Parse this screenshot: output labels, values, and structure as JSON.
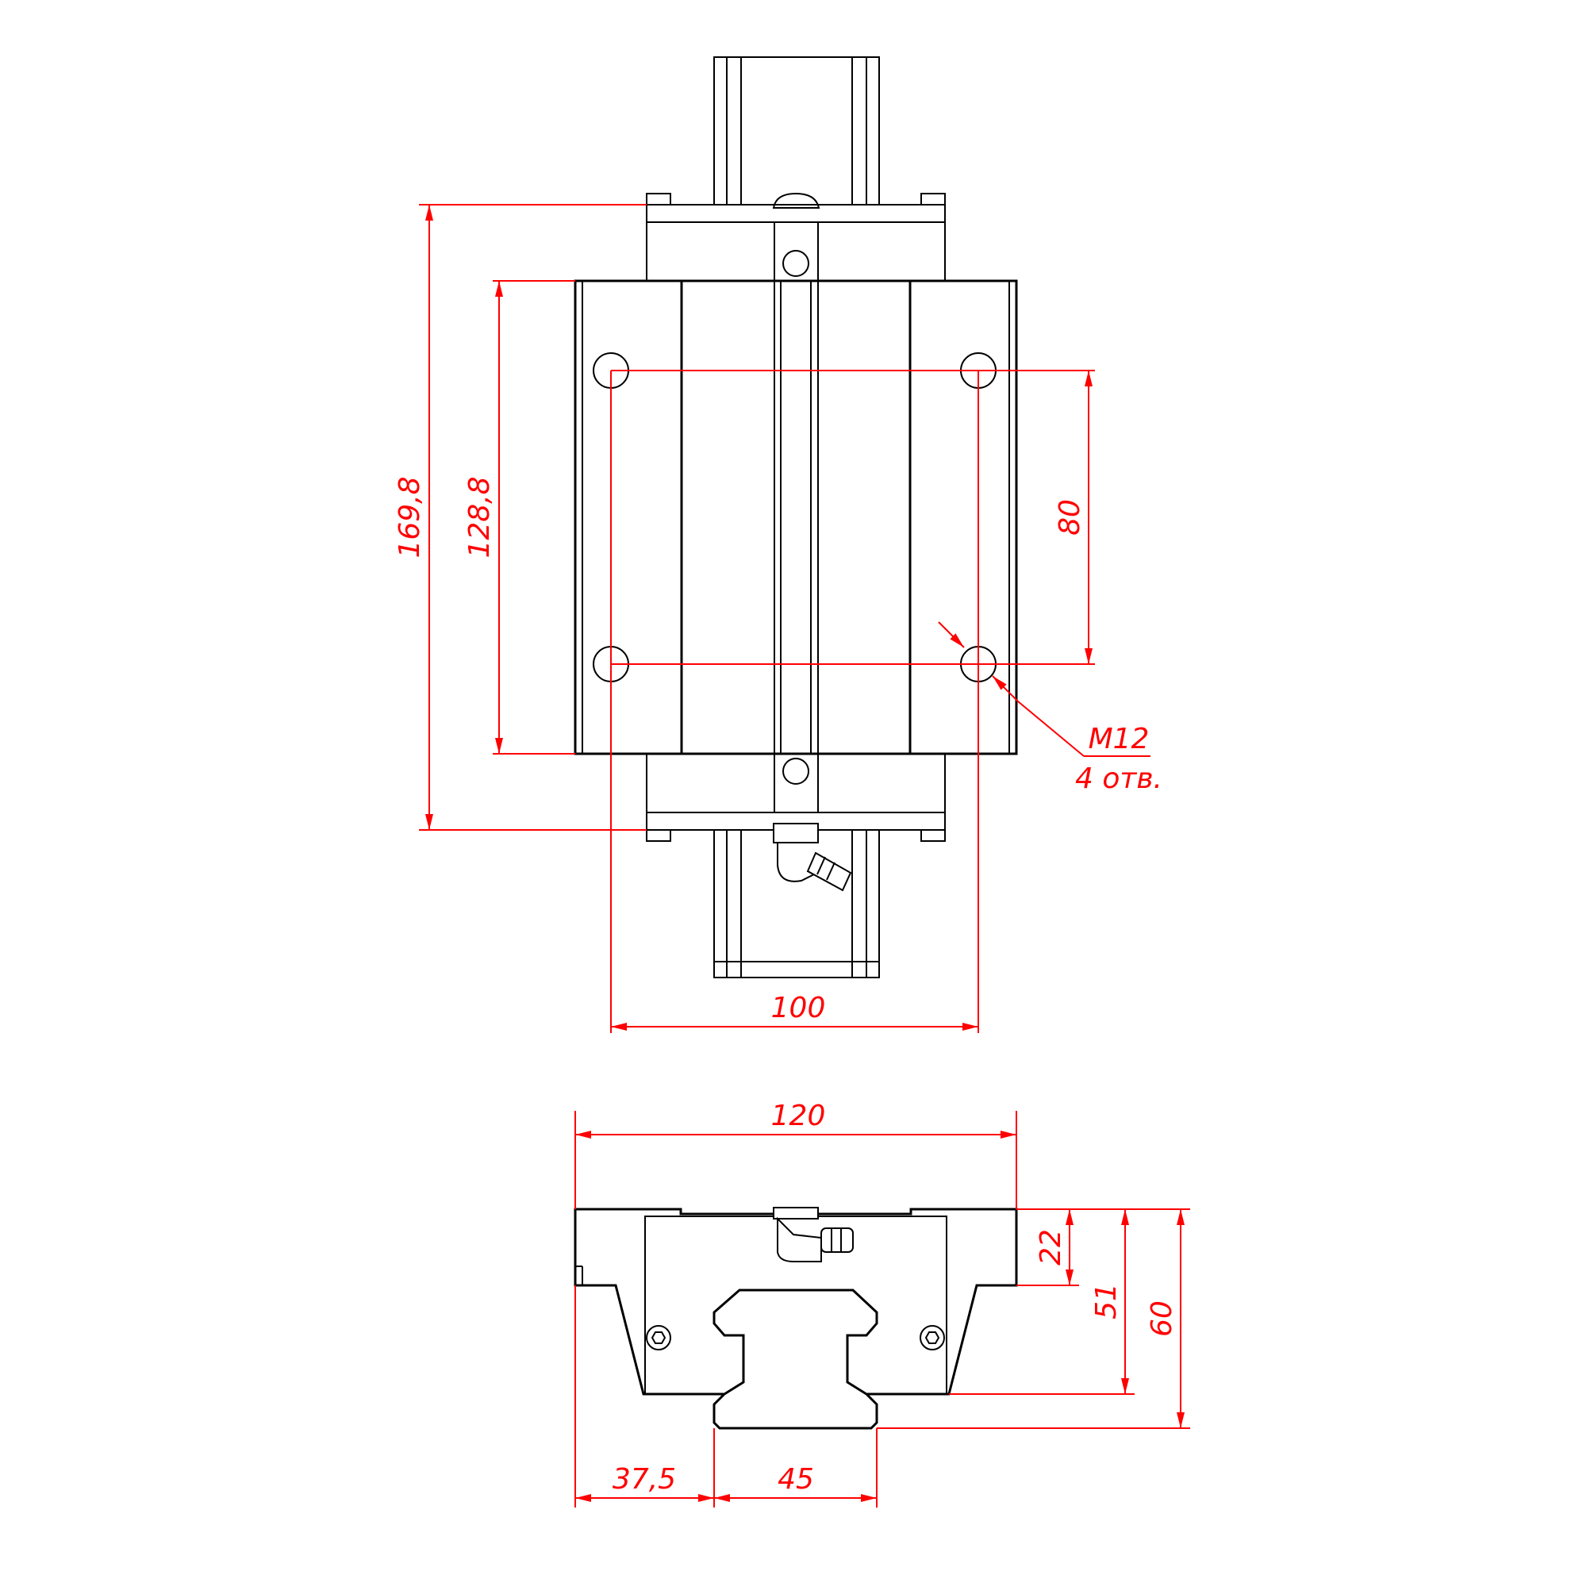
{
  "colors": {
    "part": "#000000",
    "dimension": "#ff0000"
  },
  "top_view": {
    "dims": {
      "overall_length": "169,8",
      "body_length": "128,8",
      "hole_spacing_long": "80",
      "hole_spacing_wide": "100",
      "hole_thread": "M12",
      "hole_count": "4 отв."
    }
  },
  "end_view": {
    "dims": {
      "width": "120",
      "flange_height": "22",
      "rail_offset": "37,5",
      "rail_width": "45",
      "block_height": "51",
      "total_height": "60"
    }
  }
}
